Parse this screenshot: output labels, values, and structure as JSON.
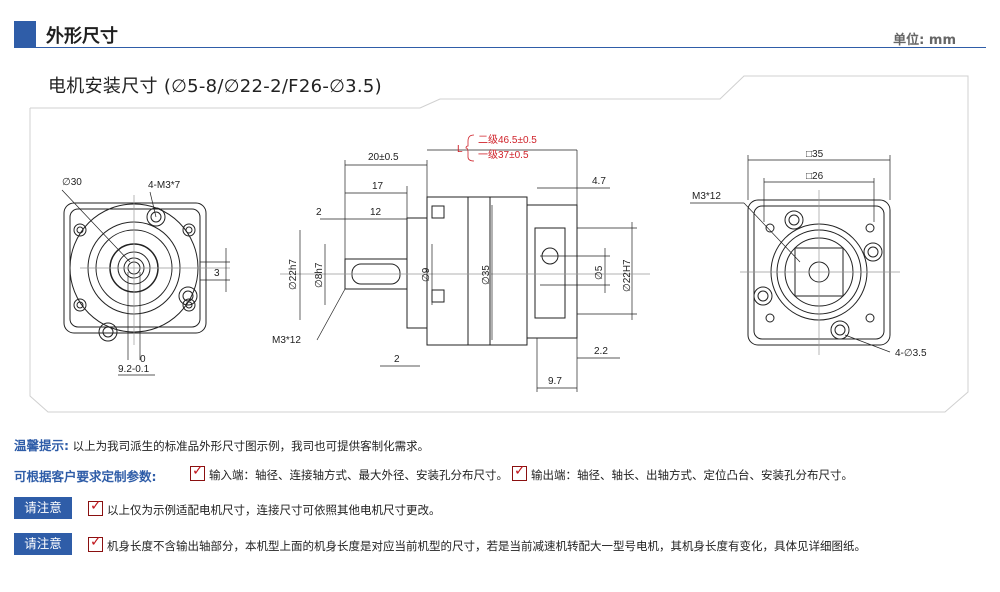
{
  "header": {
    "title": "外形尺寸",
    "unit": "单位: mm"
  },
  "subtitle": "电机安装尺寸 (∅5-8/∅22-2/F26-∅3.5)",
  "drawing": {
    "left_view": {
      "d30": "∅30",
      "holes": "4-M3*7",
      "three": "3",
      "zero": "0",
      "shaft_tol": "9.2-0.1"
    },
    "side_view": {
      "L": "L",
      "L_two": "二级46.5±0.5",
      "L_one": "一级37±0.5",
      "d20": "20±0.5",
      "d17": "17",
      "d2a": "2",
      "d12": "12",
      "d22h7": "∅22h7",
      "d8h7": "∅8h7",
      "d9": "∅9",
      "d35": "∅35",
      "m3": "M3*12",
      "d2b": "2",
      "d47": "4.7",
      "d5": "∅5",
      "d22H7": "∅22H7",
      "d22": "2.2",
      "d97": "9.7"
    },
    "right_view": {
      "sq35": "□35",
      "sq26": "□26",
      "m3": "M3*12",
      "holes": "4-∅3.5"
    }
  },
  "notes": {
    "tip_label": "温馨提示:",
    "tip_text": "以上为我司派生的标准品外形尺寸图示例，我司也可提供客制化需求。",
    "custom_label": "可根据客户要求定制参数:",
    "input_text": "输入端：轴径、连接轴方式、最大外径、安装孔分布尺寸。",
    "output_text": "输出端：轴径、轴长、出轴方式、定位凸台、安装孔分布尺寸。",
    "attn_label": "请注意",
    "attn1_text": "以上仅为示例适配电机尺寸，连接尺寸可依照其他电机尺寸更改。",
    "attn2_text": "机身长度不含输出轴部分，本机型上面的机身长度是对应当前机型的尺寸，若是当前减速机转配大一型号电机，其机身长度有变化，具体见详细图纸。"
  },
  "colors": {
    "accent": "#2f5da8",
    "dim_red": "#d0232b",
    "check_red": "#c0141b"
  }
}
